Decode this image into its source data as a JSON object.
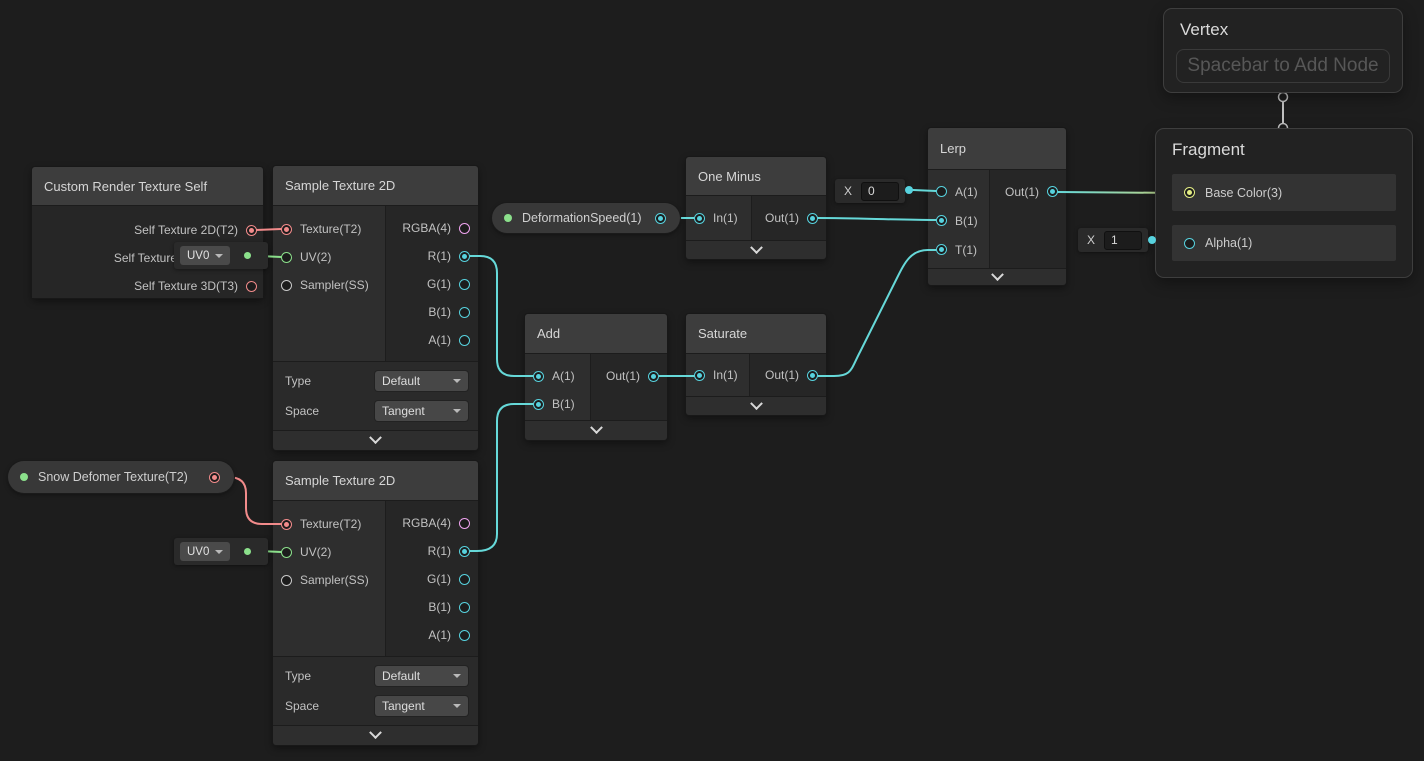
{
  "colors": {
    "canvas": "#1d1d1d",
    "node_body": "#262626",
    "node_title": "#3d3d3d",
    "input_panel": "#2e2e2e",
    "wire_cyan": "#66d9d9",
    "wire_green": "#8be08b",
    "wire_red": "#f28b8b",
    "wire_yellow_green": "#c9d17a",
    "port_cyan": "#57d2de",
    "port_red": "#f28b8b",
    "port_green": "#8be08b",
    "port_pink": "#efa3ef",
    "port_gray": "#c9c9c9",
    "port_yellow": "#e4ee85"
  },
  "properties": {
    "snow": {
      "label": "Snow Defomer Texture(T2)"
    },
    "speed": {
      "label": "DeformationSpeed(1)"
    }
  },
  "crts": {
    "title": "Custom Render Texture Self",
    "out_2d": "Self Texture 2D(T2)",
    "out_cube": "Self Texture",
    "out_3d": "Self Texture 3D(T3)"
  },
  "sample1": {
    "title": "Sample Texture 2D",
    "in_texture": "Texture(T2)",
    "in_uv": "UV(2)",
    "in_sampler": "Sampler(SS)",
    "out_rgba": "RGBA(4)",
    "out_r": "R(1)",
    "out_g": "G(1)",
    "out_b": "B(1)",
    "out_a": "A(1)",
    "type_label": "Type",
    "type_value": "Default",
    "space_label": "Space",
    "space_value": "Tangent",
    "uv_default": "UV0"
  },
  "sample2": {
    "title": "Sample Texture 2D",
    "in_texture": "Texture(T2)",
    "in_uv": "UV(2)",
    "in_sampler": "Sampler(SS)",
    "out_rgba": "RGBA(4)",
    "out_r": "R(1)",
    "out_g": "G(1)",
    "out_b": "B(1)",
    "out_a": "A(1)",
    "type_label": "Type",
    "type_value": "Default",
    "space_label": "Space",
    "space_value": "Tangent",
    "uv_default": "UV0"
  },
  "one_minus": {
    "title": "One Minus",
    "in": "In(1)",
    "out": "Out(1)"
  },
  "add": {
    "title": "Add",
    "a": "A(1)",
    "b": "B(1)",
    "out": "Out(1)"
  },
  "saturate": {
    "title": "Saturate",
    "in": "In(1)",
    "out": "Out(1)"
  },
  "lerp": {
    "title": "Lerp",
    "a": "A(1)",
    "b": "B(1)",
    "t": "T(1)",
    "out": "Out(1)",
    "a_default_label": "X",
    "a_default_value": "0"
  },
  "vertex": {
    "title": "Vertex",
    "placeholder": "Spacebar to Add Node"
  },
  "fragment": {
    "title": "Fragment",
    "base_color": "Base Color(3)",
    "alpha": "Alpha(1)",
    "alpha_default_label": "X",
    "alpha_default_value": "1"
  },
  "connections": [
    {
      "from": "Custom Render Texture Self.Self Texture 2D(T2)",
      "to": "Sample Texture 2D (top).Texture(T2)"
    },
    {
      "from": "UV0 default",
      "to": "Sample Texture 2D (top).UV(2)"
    },
    {
      "from": "Snow Defomer Texture(T2)",
      "to": "Sample Texture 2D (bottom).Texture(T2)"
    },
    {
      "from": "UV0 default",
      "to": "Sample Texture 2D (bottom).UV(2)"
    },
    {
      "from": "Sample Texture 2D (top).R(1)",
      "to": "Add.A(1)"
    },
    {
      "from": "Sample Texture 2D (bottom).R(1)",
      "to": "Add.B(1)"
    },
    {
      "from": "DeformationSpeed(1)",
      "to": "One Minus.In(1)"
    },
    {
      "from": "One Minus.Out(1)",
      "to": "Lerp.B(1)"
    },
    {
      "from": "Add.Out(1)",
      "to": "Saturate.In(1)"
    },
    {
      "from": "Saturate.Out(1)",
      "to": "Lerp.T(1)"
    },
    {
      "from": "X 0 default",
      "to": "Lerp.A(1)"
    },
    {
      "from": "Lerp.Out(1)",
      "to": "Fragment.Base Color(3)"
    },
    {
      "from": "X 1 default",
      "to": "Fragment.Alpha(1)"
    },
    {
      "from": "Vertex",
      "to": "Fragment"
    }
  ]
}
